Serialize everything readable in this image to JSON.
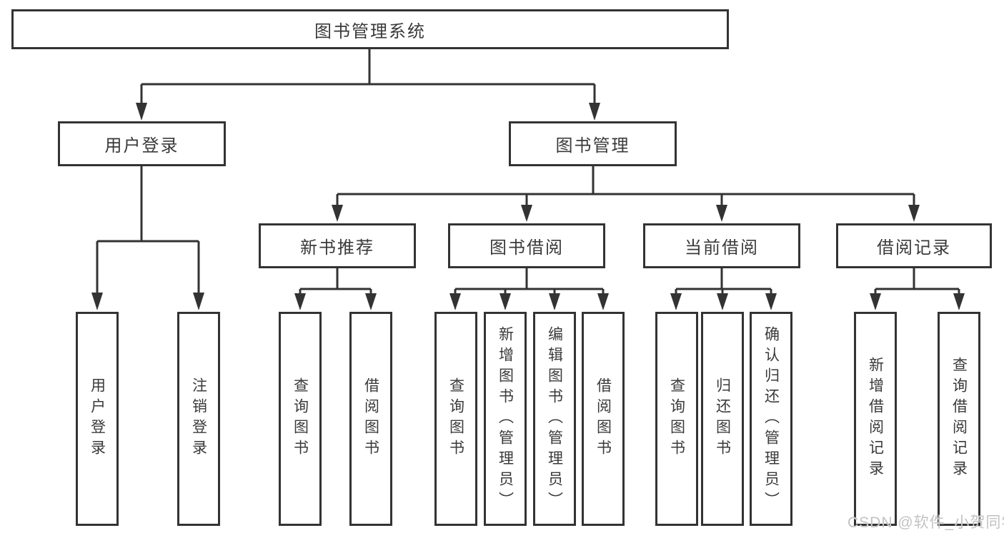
{
  "diagram": {
    "root": {
      "label": "图书管理系统"
    },
    "level2": {
      "user_login": {
        "label": "用户登录"
      },
      "book_mgmt": {
        "label": "图书管理"
      }
    },
    "level3": {
      "new_books": {
        "label": "新书推荐"
      },
      "book_borrow": {
        "label": "图书借阅"
      },
      "current_borrow": {
        "label": "当前借阅"
      },
      "borrow_records": {
        "label": "借阅记录"
      }
    },
    "leaves": {
      "user_login": [
        {
          "label": "用户登录"
        },
        {
          "label": "注销登录"
        }
      ],
      "new_books": [
        {
          "label": "查询图书"
        },
        {
          "label": "借阅图书"
        }
      ],
      "book_borrow": [
        {
          "label": "查询图书"
        },
        {
          "label": "新增图书（管理员）"
        },
        {
          "label": "编辑图书（管理员）"
        },
        {
          "label": "借阅图书"
        }
      ],
      "current_borrow": [
        {
          "label": "查询图书"
        },
        {
          "label": "归还图书"
        },
        {
          "label": "确认归还（管理员）"
        }
      ],
      "borrow_records": [
        {
          "label": "新增借阅记录"
        },
        {
          "label": "查询借阅记录"
        }
      ]
    }
  },
  "watermark": {
    "text": "CSDN @软件_小贺同学"
  },
  "colors": {
    "line": "#333333",
    "text": "#3a3a3a",
    "background": "#ffffff",
    "watermark": "#c2c2c2"
  }
}
